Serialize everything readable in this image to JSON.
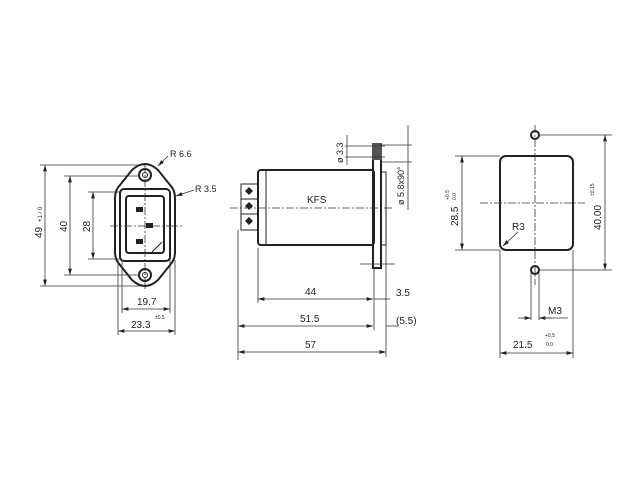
{
  "front_view": {
    "dims": {
      "height_outer": "49",
      "height_outer_tol": "+1 / 0",
      "hole_pitch": "40",
      "inlet_height": "28",
      "inlet_width": "19.7",
      "body_width": "23.3",
      "body_width_tol": "±0.5"
    },
    "radii": {
      "r_flange": "R 6.6",
      "r_corner": "R 3.5"
    }
  },
  "side_view": {
    "label": "KFS",
    "dims": {
      "body_depth": "44",
      "flange_thickness": "3.5",
      "depth_to_flange": "51.5",
      "rear_ref": "(5.5)",
      "overall_depth": "57",
      "hole_dia": "ø 3.3",
      "countersink": "ø 5.8x90°"
    }
  },
  "cutout_view": {
    "dims": {
      "height": "28.5",
      "height_tol_upper": "+0.5",
      "height_tol_lower": "0.0",
      "hole_pitch": "40.00",
      "hole_pitch_tol": "±0.15",
      "width": "21.5",
      "width_tol_upper": "+0.5",
      "width_tol_lower": "0.0",
      "thread": "M3",
      "radius": "R3"
    }
  }
}
